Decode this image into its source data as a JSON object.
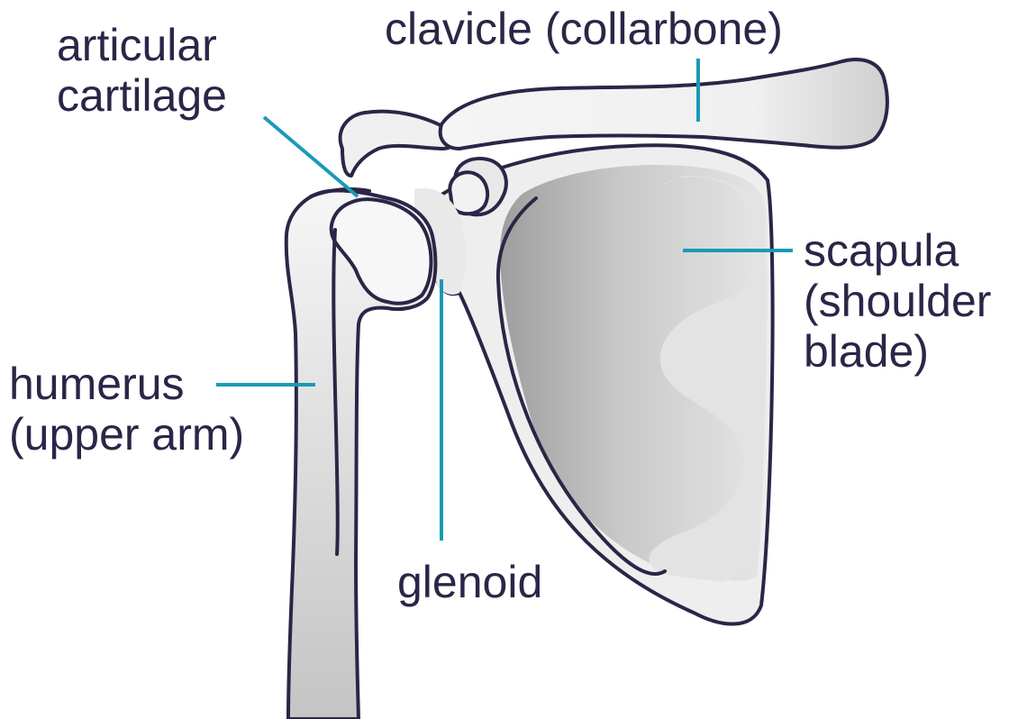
{
  "labels": {
    "articular_cartilage": {
      "line1": "articular",
      "line2": "cartilage"
    },
    "clavicle": {
      "line1": "clavicle (collarbone)"
    },
    "scapula": {
      "line1": "scapula",
      "line2": "(shoulder",
      "line3": "blade)"
    },
    "humerus": {
      "line1": "humerus",
      "line2": "(upper arm)"
    },
    "glenoid": {
      "line1": "glenoid"
    }
  },
  "colors": {
    "text": "#2c2547",
    "bone_outline": "#2c2547",
    "leader_line": "#1a9ab5",
    "bone_fill_light": "#f3f3f3",
    "bone_fill_dark": "#b8b8b8"
  }
}
